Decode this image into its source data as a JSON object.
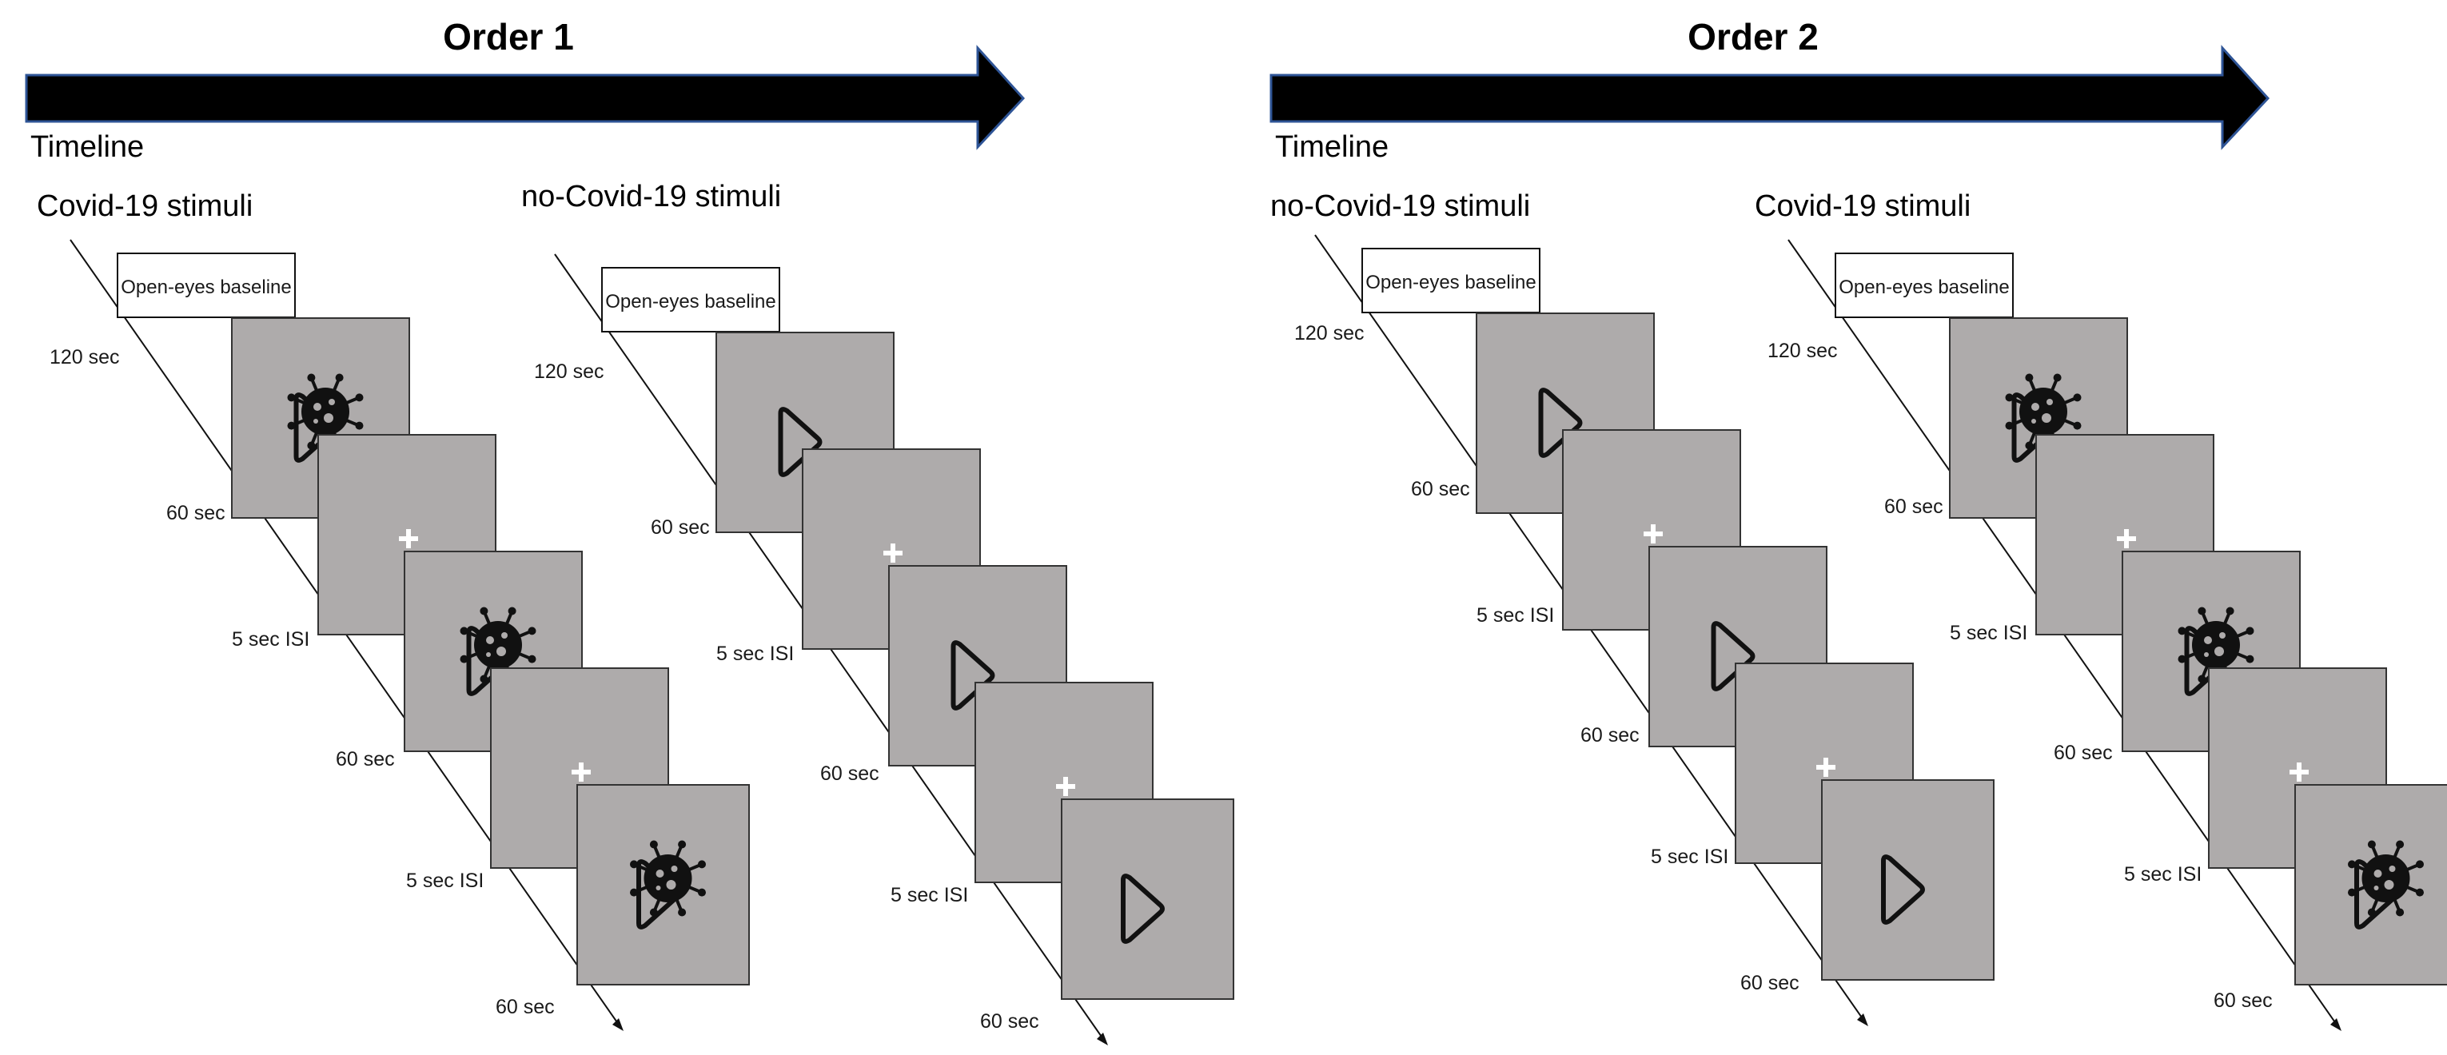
{
  "orders": [
    {
      "title": "Order 1",
      "timeline_label": "Timeline",
      "blocks": [
        {
          "condition": "Covid-19 stimuli",
          "baseline_label": "Open-eyes baseline",
          "durations": [
            "120 sec",
            "60 sec",
            "5 sec ISI",
            "60 sec",
            "5 sec ISI",
            "60 sec"
          ],
          "frames": [
            {
              "type": "stimulus",
              "icon": "virus-play-icon"
            },
            {
              "type": "fixation",
              "icon": "fixation-cross-icon"
            },
            {
              "type": "stimulus",
              "icon": "virus-play-icon"
            },
            {
              "type": "fixation",
              "icon": "fixation-cross-icon"
            },
            {
              "type": "stimulus",
              "icon": "virus-play-icon"
            }
          ]
        },
        {
          "condition": "no-Covid-19 stimuli",
          "baseline_label": "Open-eyes baseline",
          "durations": [
            "120 sec",
            "60 sec",
            "5 sec ISI",
            "60 sec",
            "5 sec ISI",
            "60 sec"
          ],
          "frames": [
            {
              "type": "stimulus",
              "icon": "play-icon"
            },
            {
              "type": "fixation",
              "icon": "fixation-cross-icon"
            },
            {
              "type": "stimulus",
              "icon": "play-icon"
            },
            {
              "type": "fixation",
              "icon": "fixation-cross-icon"
            },
            {
              "type": "stimulus",
              "icon": "play-icon"
            }
          ]
        }
      ]
    },
    {
      "title": "Order 2",
      "timeline_label": "Timeline",
      "blocks": [
        {
          "condition": "no-Covid-19 stimuli",
          "baseline_label": "Open-eyes baseline",
          "durations": [
            "120 sec",
            "60 sec",
            "5 sec ISI",
            "60 sec",
            "5 sec ISI",
            "60 sec"
          ],
          "frames": [
            {
              "type": "stimulus",
              "icon": "play-icon"
            },
            {
              "type": "fixation",
              "icon": "fixation-cross-icon"
            },
            {
              "type": "stimulus",
              "icon": "play-icon"
            },
            {
              "type": "fixation",
              "icon": "fixation-cross-icon"
            },
            {
              "type": "stimulus",
              "icon": "play-icon"
            }
          ]
        },
        {
          "condition": "Covid-19 stimuli",
          "baseline_label": "Open-eyes baseline",
          "durations": [
            "120 sec",
            "60 sec",
            "5 sec ISI",
            "60 sec",
            "5 sec ISI",
            "60 sec"
          ],
          "frames": [
            {
              "type": "stimulus",
              "icon": "virus-play-icon"
            },
            {
              "type": "fixation",
              "icon": "fixation-cross-icon"
            },
            {
              "type": "stimulus",
              "icon": "virus-play-icon"
            },
            {
              "type": "fixation",
              "icon": "fixation-cross-icon"
            },
            {
              "type": "stimulus",
              "icon": "virus-play-icon"
            }
          ]
        }
      ]
    }
  ],
  "colors": {
    "frame_fill": "#aeabab",
    "arrow_fill": "#000000",
    "arrow_outline": "#2e5496",
    "fixation": "#ffffff",
    "icon": "#111111"
  }
}
